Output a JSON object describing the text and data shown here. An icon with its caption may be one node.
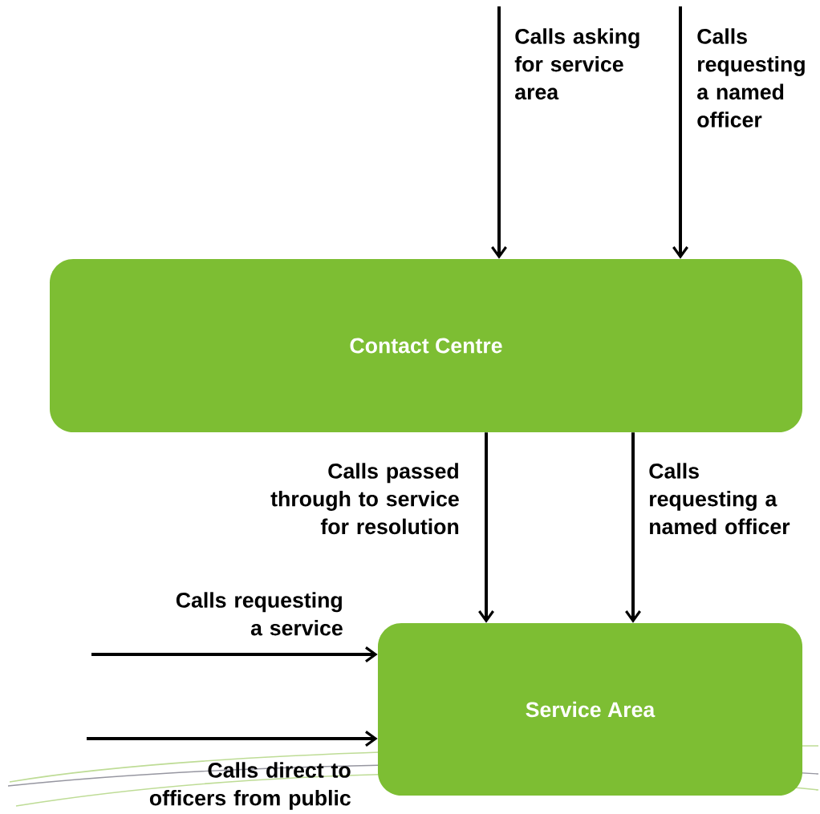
{
  "diagram": {
    "nodes": [
      {
        "text": [
          "Contact Centre"
        ]
      },
      {
        "text": [
          "Service Area"
        ]
      }
    ],
    "edges": [
      {
        "from": null,
        "to": 0,
        "arrow": "to",
        "label": "Calls asking for service area"
      },
      {
        "from": null,
        "to": 0,
        "arrow": "to",
        "label": "Calls requesting a named officer"
      },
      {
        "from": 0,
        "to": 1,
        "arrow": "to",
        "label": "Calls passed through to service for resolution"
      },
      {
        "from": 0,
        "to": 1,
        "arrow": "to",
        "label": "Calls requesting  a named officer"
      },
      {
        "from": null,
        "to": 1,
        "arrow": "to",
        "label": "Calls requesting a service"
      },
      {
        "from": null,
        "to": 1,
        "arrow": "to",
        "label": "Calls direct to officers from public"
      }
    ]
  }
}
